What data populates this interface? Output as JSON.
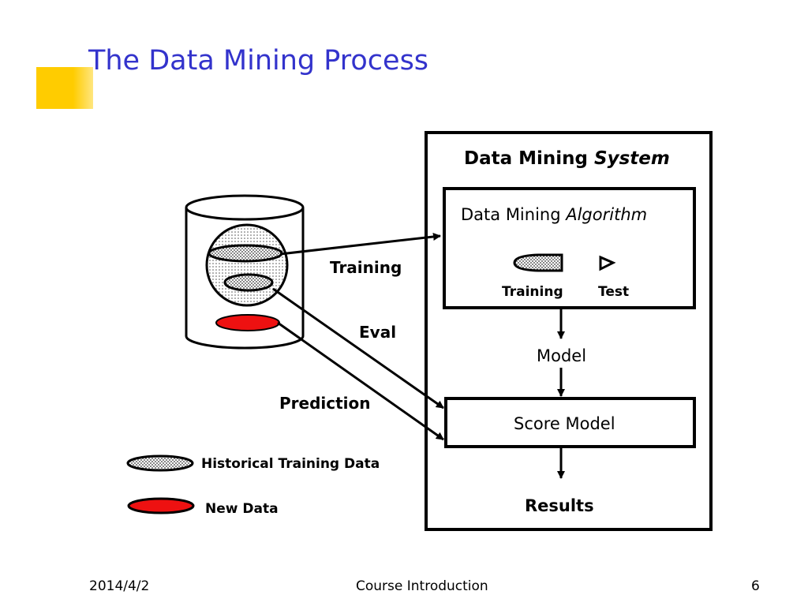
{
  "slide": {
    "title": "The Data Mining Process",
    "accent_color": "#ffcc00",
    "title_color": "#3333cc"
  },
  "diagram": {
    "system_title_prefix": "Data Mining ",
    "system_title_italic": "System",
    "algorithm_title_prefix": "Data Mining ",
    "algorithm_title_italic": "Algorithm",
    "algorithm_training_label": "Training",
    "algorithm_test_label": "Test",
    "model_label": "Model",
    "score_model_label": "Score Model",
    "results_label": "Results",
    "arrow_training_label": "Training",
    "arrow_eval_label": "Eval",
    "arrow_prediction_label": "Prediction",
    "new_data_color": "#ee1111"
  },
  "legend": {
    "historical_label": "Historical Training Data",
    "new_data_label": "New Data"
  },
  "footer": {
    "date": "2014/4/2",
    "course": "Course Introduction",
    "page": "6"
  }
}
